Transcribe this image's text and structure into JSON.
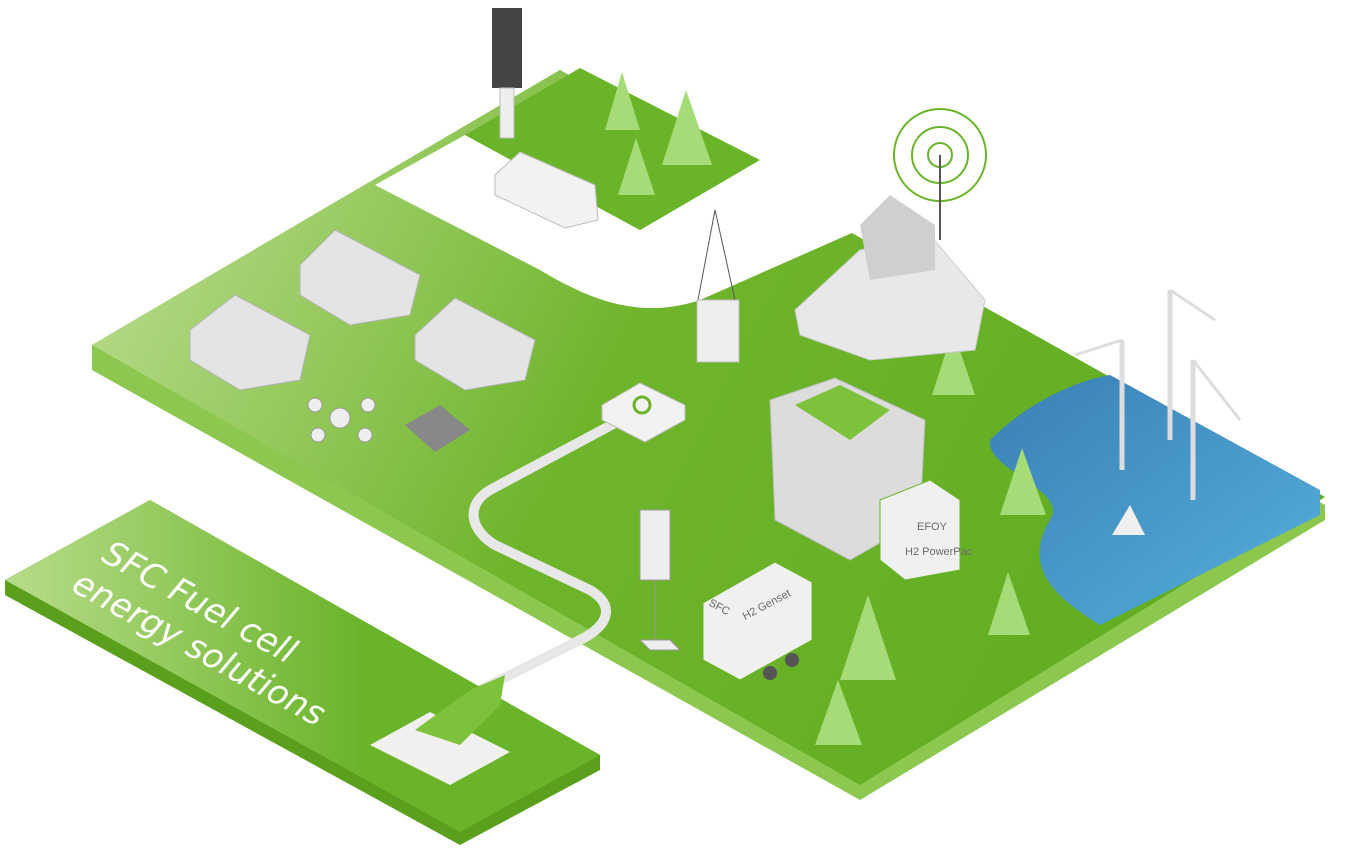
{
  "title": {
    "line1": "SFC Fuel cell",
    "line2": "energy solutions"
  },
  "labels": {
    "genset": "H2 Genset",
    "sfc": "SFC",
    "efoy": "EFOY",
    "powerpac": "H2 PowerPac"
  },
  "colors": {
    "green": "#6ab42a",
    "light_green": "#b9dc8b",
    "water": "#3f8fc4",
    "white": "#f2f2f2"
  }
}
